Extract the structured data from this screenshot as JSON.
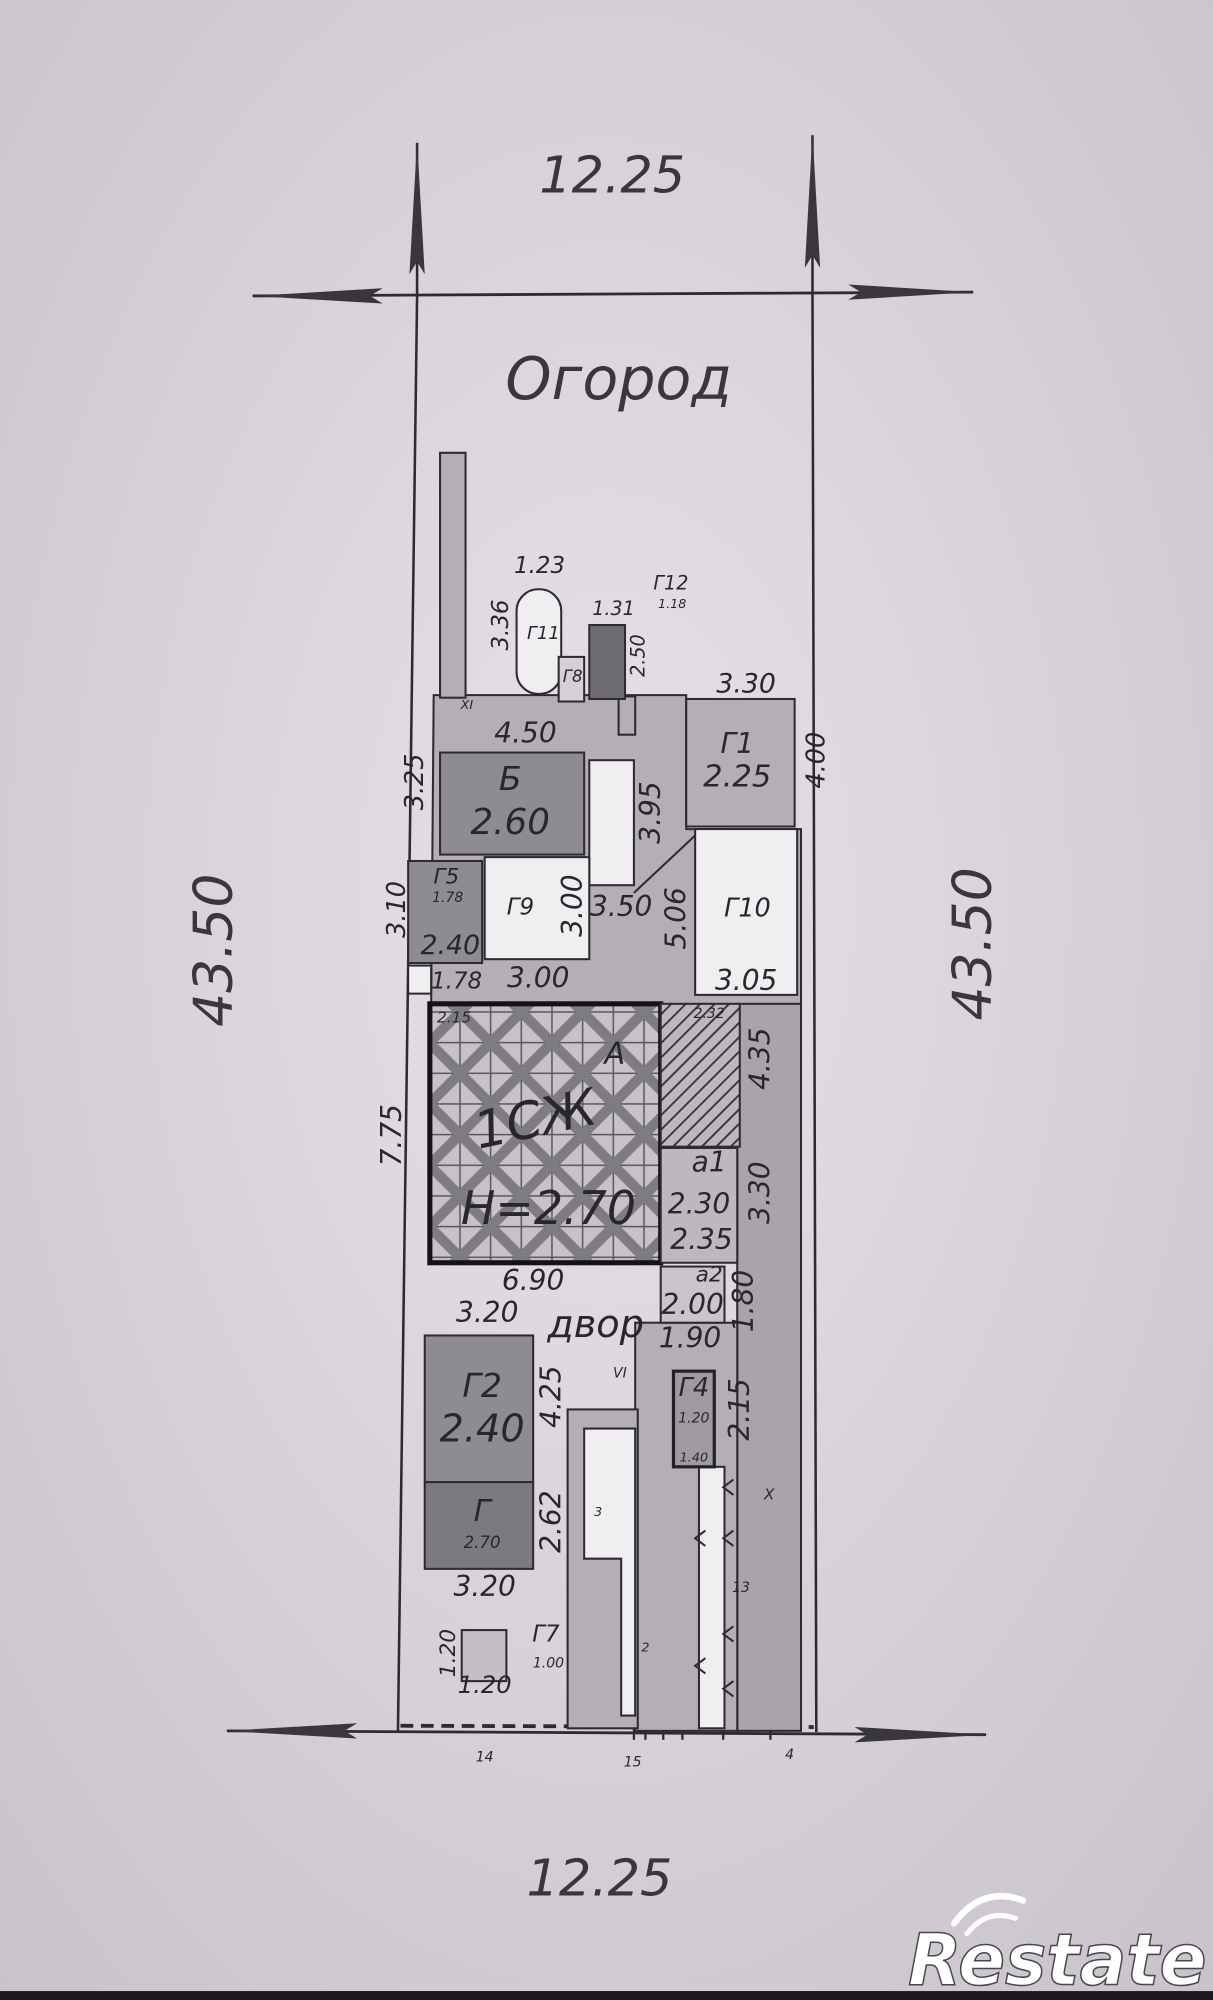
{
  "plot": {
    "top_width": "12.25",
    "bottom_width": "12.25",
    "left_length": "43.50",
    "right_length": "43.50"
  },
  "zones": {
    "garden": "Огород",
    "yard": "двор"
  },
  "buildings": {
    "g11": {
      "name": "Г11",
      "width": "1.23",
      "length": "3.36"
    },
    "g12": {
      "name": "Г12",
      "height": "1.18",
      "width": "1.31",
      "length": "2.50"
    },
    "g8": {
      "name": "Г8"
    },
    "b": {
      "name": "Б",
      "height": "2.60",
      "width": "4.50",
      "length": "3.25"
    },
    "g1": {
      "name": "Г1",
      "height": "2.25",
      "width": "3.30",
      "length": "4.00"
    },
    "g9": {
      "name": "Г9",
      "length": "3.00"
    },
    "g5": {
      "name": "Г5",
      "small": "1.78",
      "height": "2.40",
      "length": "3.10"
    },
    "g10": {
      "name": "Г10",
      "length": "5.06",
      "width": "3.05"
    },
    "a": {
      "letter": "А",
      "storeys": "1СЖ",
      "height": "Н=2.70",
      "corner": "2.15",
      "width": "6.90",
      "length": "7.75"
    },
    "a_ext": {
      "corner": "2.32",
      "length": "4.35"
    },
    "a1": {
      "name": "а1",
      "height": "2.30",
      "width": "2.35",
      "length": "3.30"
    },
    "a2": {
      "name": "а2",
      "height": "2.00",
      "width": "1.90",
      "length": "1.80"
    },
    "g2": {
      "name": "Г2",
      "height": "2.40",
      "width": "3.20",
      "length": "4.25"
    },
    "g4": {
      "name": "Г4",
      "height": "1.20",
      "width": "1.40",
      "length": "2.15"
    },
    "g": {
      "name": "Г",
      "height": "2.70",
      "width": "3.20",
      "length": "2.62"
    },
    "g7": {
      "name": "Г7",
      "height": "1.00",
      "width": "1.20",
      "length": "1.20"
    }
  },
  "dimensions": {
    "passage_length": "3.95",
    "passage_width": "3.50",
    "g5_extension_width": "1.78",
    "g9_width": "3.00"
  },
  "markers": {
    "xi": "XI",
    "vi": "VI",
    "x": "X",
    "n13": "13",
    "n14": "14",
    "n15": "15",
    "n4": "4",
    "n3": "3",
    "n2": "2"
  },
  "watermark": "Restate",
  "colors": {
    "background": "#dcd7de",
    "line": "#2e2b30",
    "dark_fill": "#8f8b92",
    "mid_fill": "#b3afb5",
    "light_fill": "#f1eef2",
    "watermark": "#ffffff"
  }
}
